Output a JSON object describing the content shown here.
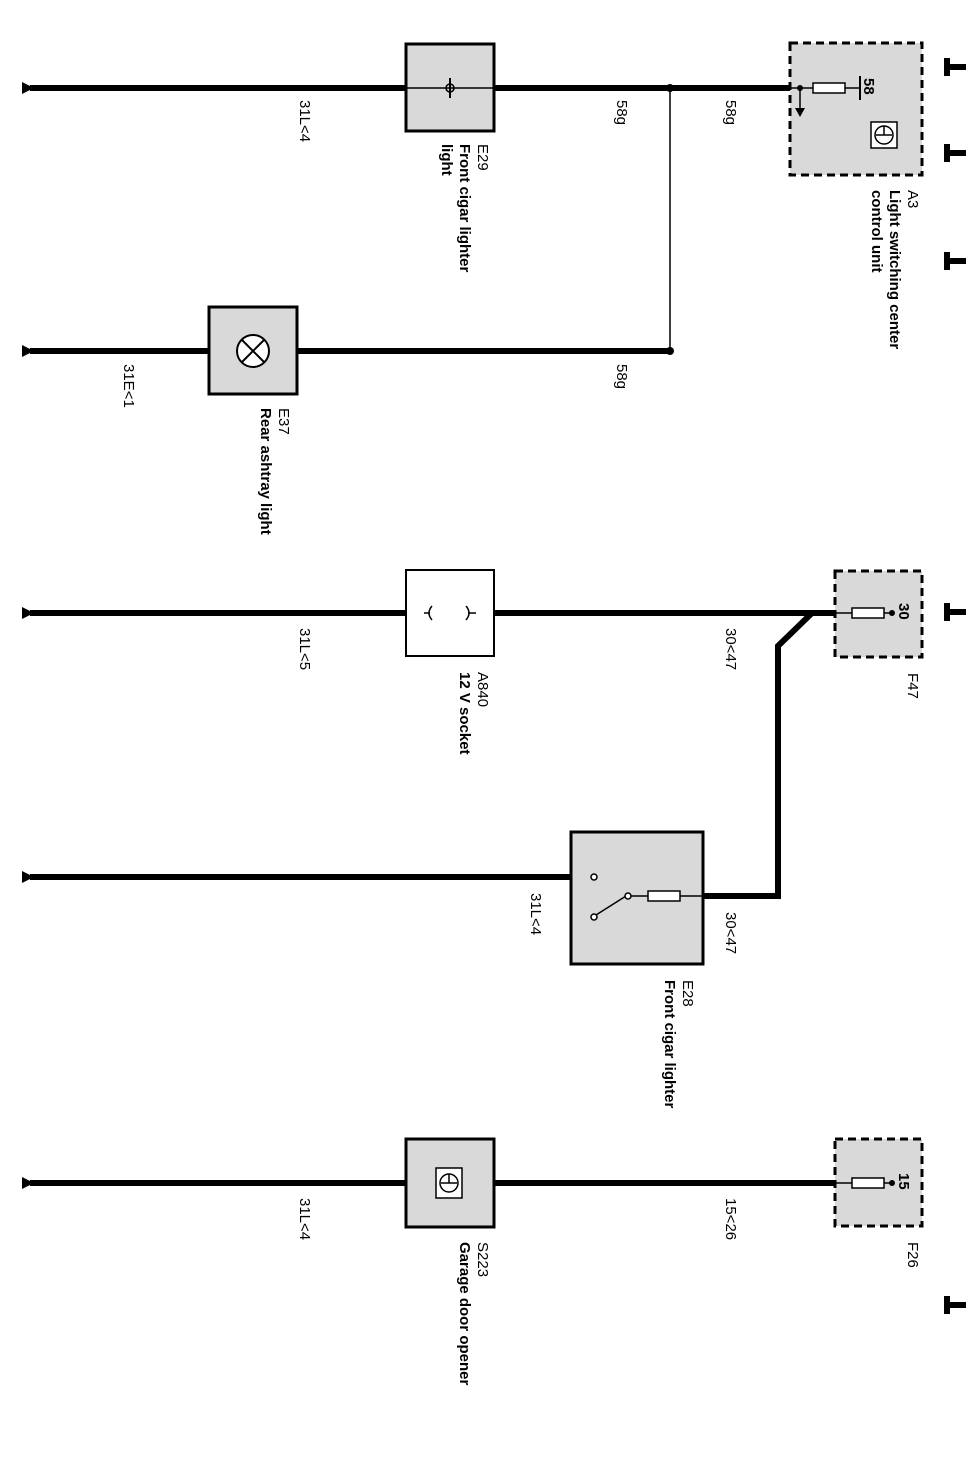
{
  "components": {
    "a3": {
      "id": "A3",
      "name_line1": "Light switching center",
      "name_line2": "control unit",
      "pin": "58"
    },
    "e29": {
      "id": "E29",
      "name_line1": "Front cigar lighter",
      "name_line2": "light"
    },
    "e37": {
      "id": "E37",
      "name": "Rear ashtray light"
    },
    "a840": {
      "id": "A840",
      "name": "12 V socket"
    },
    "f47": {
      "id": "F47",
      "pin": "30"
    },
    "e28": {
      "id": "E28",
      "name": "Front cigar lighter"
    },
    "s223": {
      "id": "S223",
      "name": "Garage door opener"
    },
    "f26": {
      "id": "F26",
      "pin": "15"
    }
  },
  "wires": {
    "w1_left": "31L<4",
    "w1_mid": "58g",
    "w1_right": "58g",
    "w2_left": "31E<1",
    "w2_right": "58g",
    "w3_left": "31L<5",
    "w3_right": "30<47",
    "w4_left": "31L<4",
    "w4_right": "30<47",
    "w5_left": "31L<4",
    "w5_right": "15<26"
  }
}
